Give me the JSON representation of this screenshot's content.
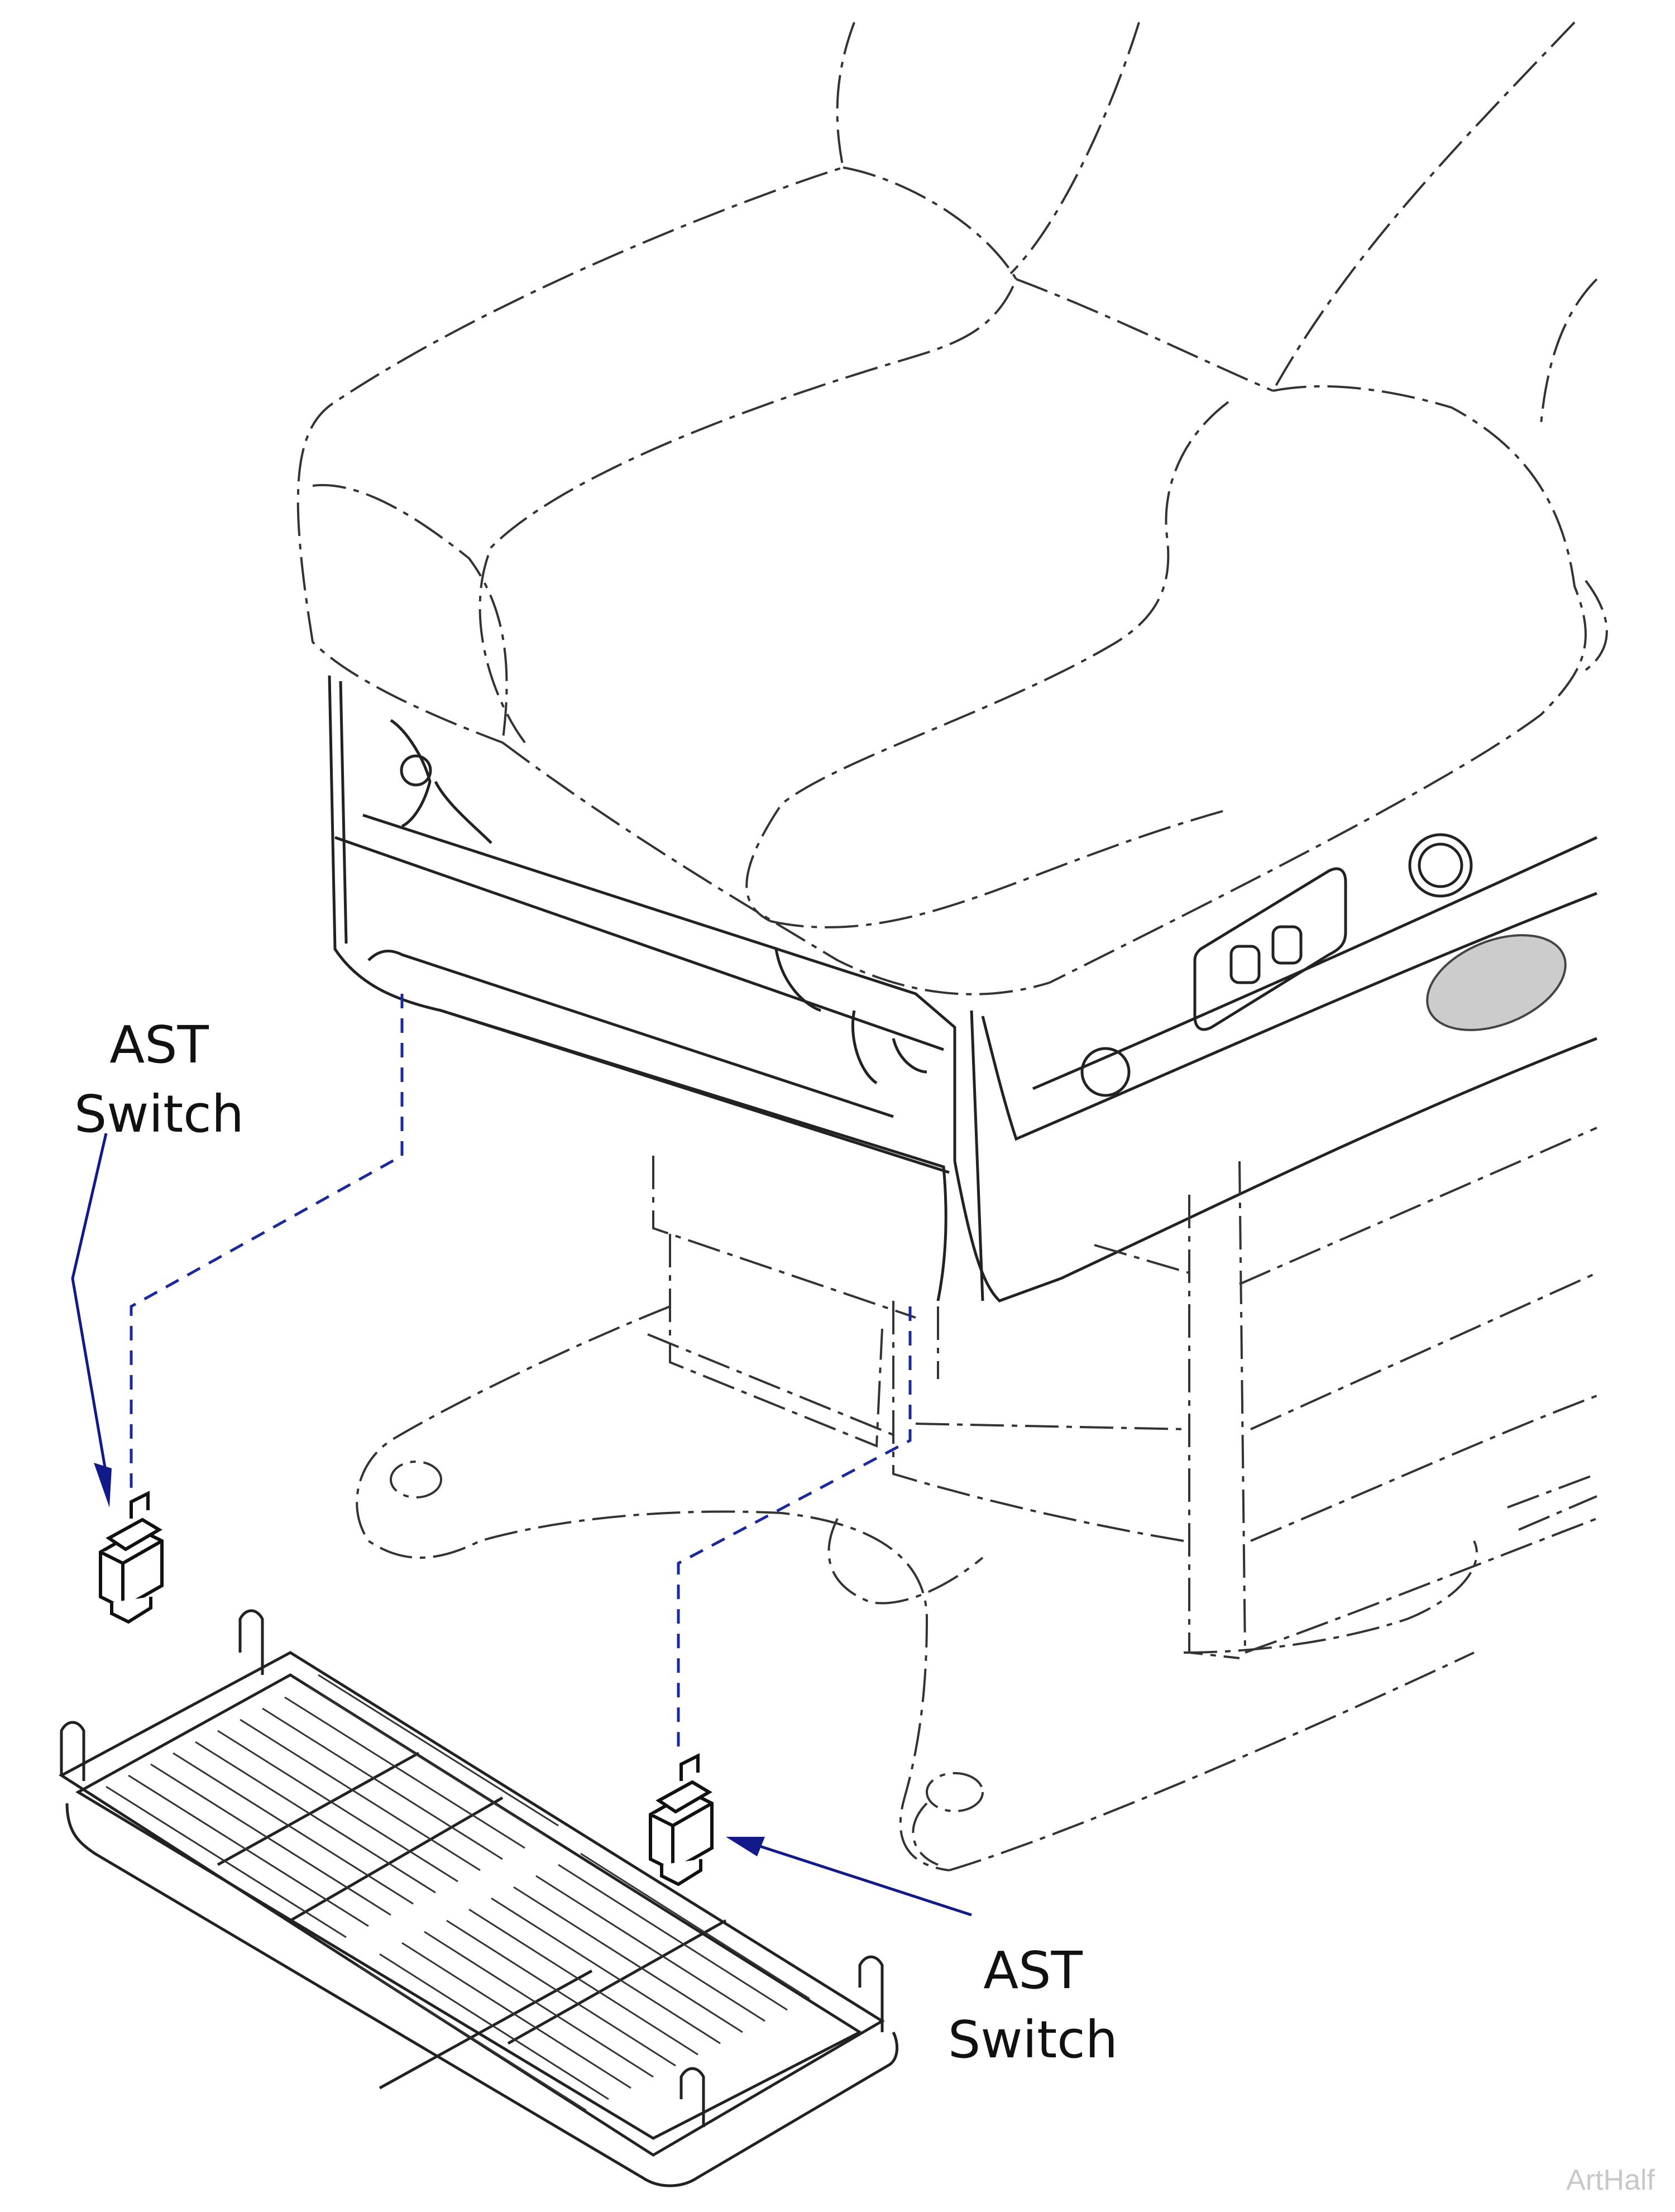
{
  "diagram": {
    "callouts": [
      {
        "line1": "AST",
        "line2": "Switch"
      },
      {
        "line1": "AST",
        "line2": "Switch"
      }
    ],
    "watermark": "ArtHalf",
    "colors": {
      "line_art": "#222222",
      "leader_arrows": "#121a8a",
      "dashed_guides": "#1a2a9e",
      "label_text": "#111111",
      "watermark": "#c8c8c8",
      "vent_fill": "#cccccc"
    }
  }
}
